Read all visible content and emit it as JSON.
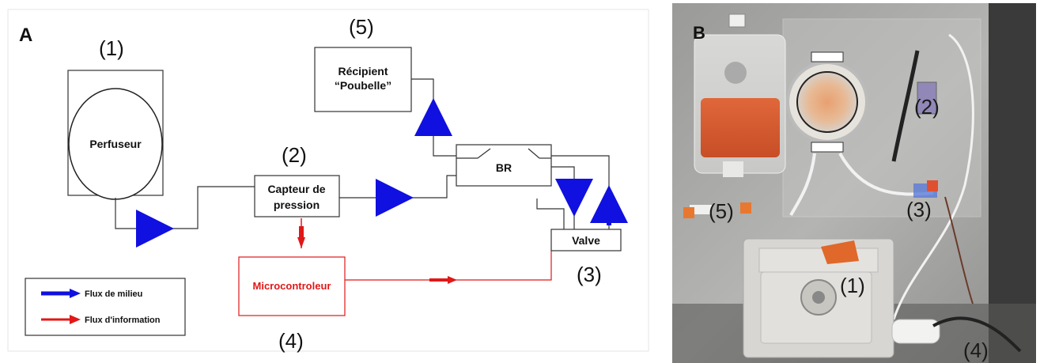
{
  "panel_a": {
    "label": "A",
    "components": {
      "perfuseur": {
        "number": "(1)",
        "label": "Perfuseur"
      },
      "capteur": {
        "number": "(2)",
        "line1": "Capteur de",
        "line2": "pression"
      },
      "valve": {
        "number": "(3)",
        "label": "Valve"
      },
      "microcontroleur": {
        "number": "(4)",
        "label": "Microcontroleur"
      },
      "recipient": {
        "number": "(5)",
        "line1": "Récipient",
        "line2": "“Poubelle”"
      },
      "br": {
        "label": "BR"
      }
    },
    "legend": {
      "medium_flow": "Flux de milieu",
      "information_flow": "Flux d'information"
    },
    "colors": {
      "medium_flow": "#1010e0",
      "information_flow": "#e01818",
      "lines": "#333333"
    }
  },
  "panel_b": {
    "label": "B",
    "callouts": [
      "(1)",
      "(2)",
      "(3)",
      "(4)",
      "(5)"
    ]
  }
}
